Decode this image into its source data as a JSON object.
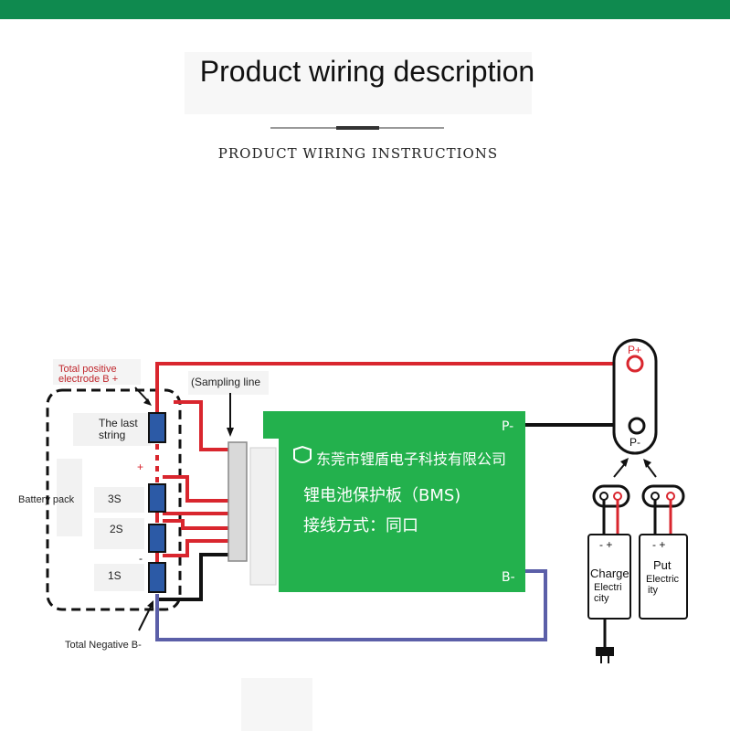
{
  "header": {
    "title": "Product wiring description",
    "subtitle": "PRODUCT WIRING INSTRUCTIONS"
  },
  "diagram": {
    "labels": {
      "total_positive_line1": "Total positive",
      "total_positive_line2": "electrode B +",
      "sampling_line": "(Sampling line",
      "last_string_line1": "The last",
      "last_string_line2": "string",
      "battery_pack": "Battery pack",
      "s3": "3S",
      "s2": "2S",
      "s1": "1S",
      "total_negative": "Total Negative B-",
      "plus_sign": "+",
      "minus_sign": "-"
    },
    "board": {
      "company": "东莞市锂盾电子科技有限公司",
      "line1": "锂电池保护板（BMS)",
      "line2": "接线方式：同口",
      "p_minus": "P-",
      "b_minus": "B-"
    },
    "terminal": {
      "p_plus": "P+",
      "p_minus": "P-"
    },
    "charge": {
      "polarity": "- +",
      "line1": "Charge",
      "line2": "Electri",
      "line3": "city"
    },
    "put": {
      "polarity": "- +",
      "line1": "Put",
      "line2": "Electric",
      "line3": "ity"
    },
    "colors": {
      "red_wire": "#d9262e",
      "black_wire": "#111111",
      "blue_wire": "#5b5fa8",
      "board_green": "#23b14d",
      "cell_blue": "#2c5aa6",
      "accent_green": "#0f8a4f"
    }
  }
}
